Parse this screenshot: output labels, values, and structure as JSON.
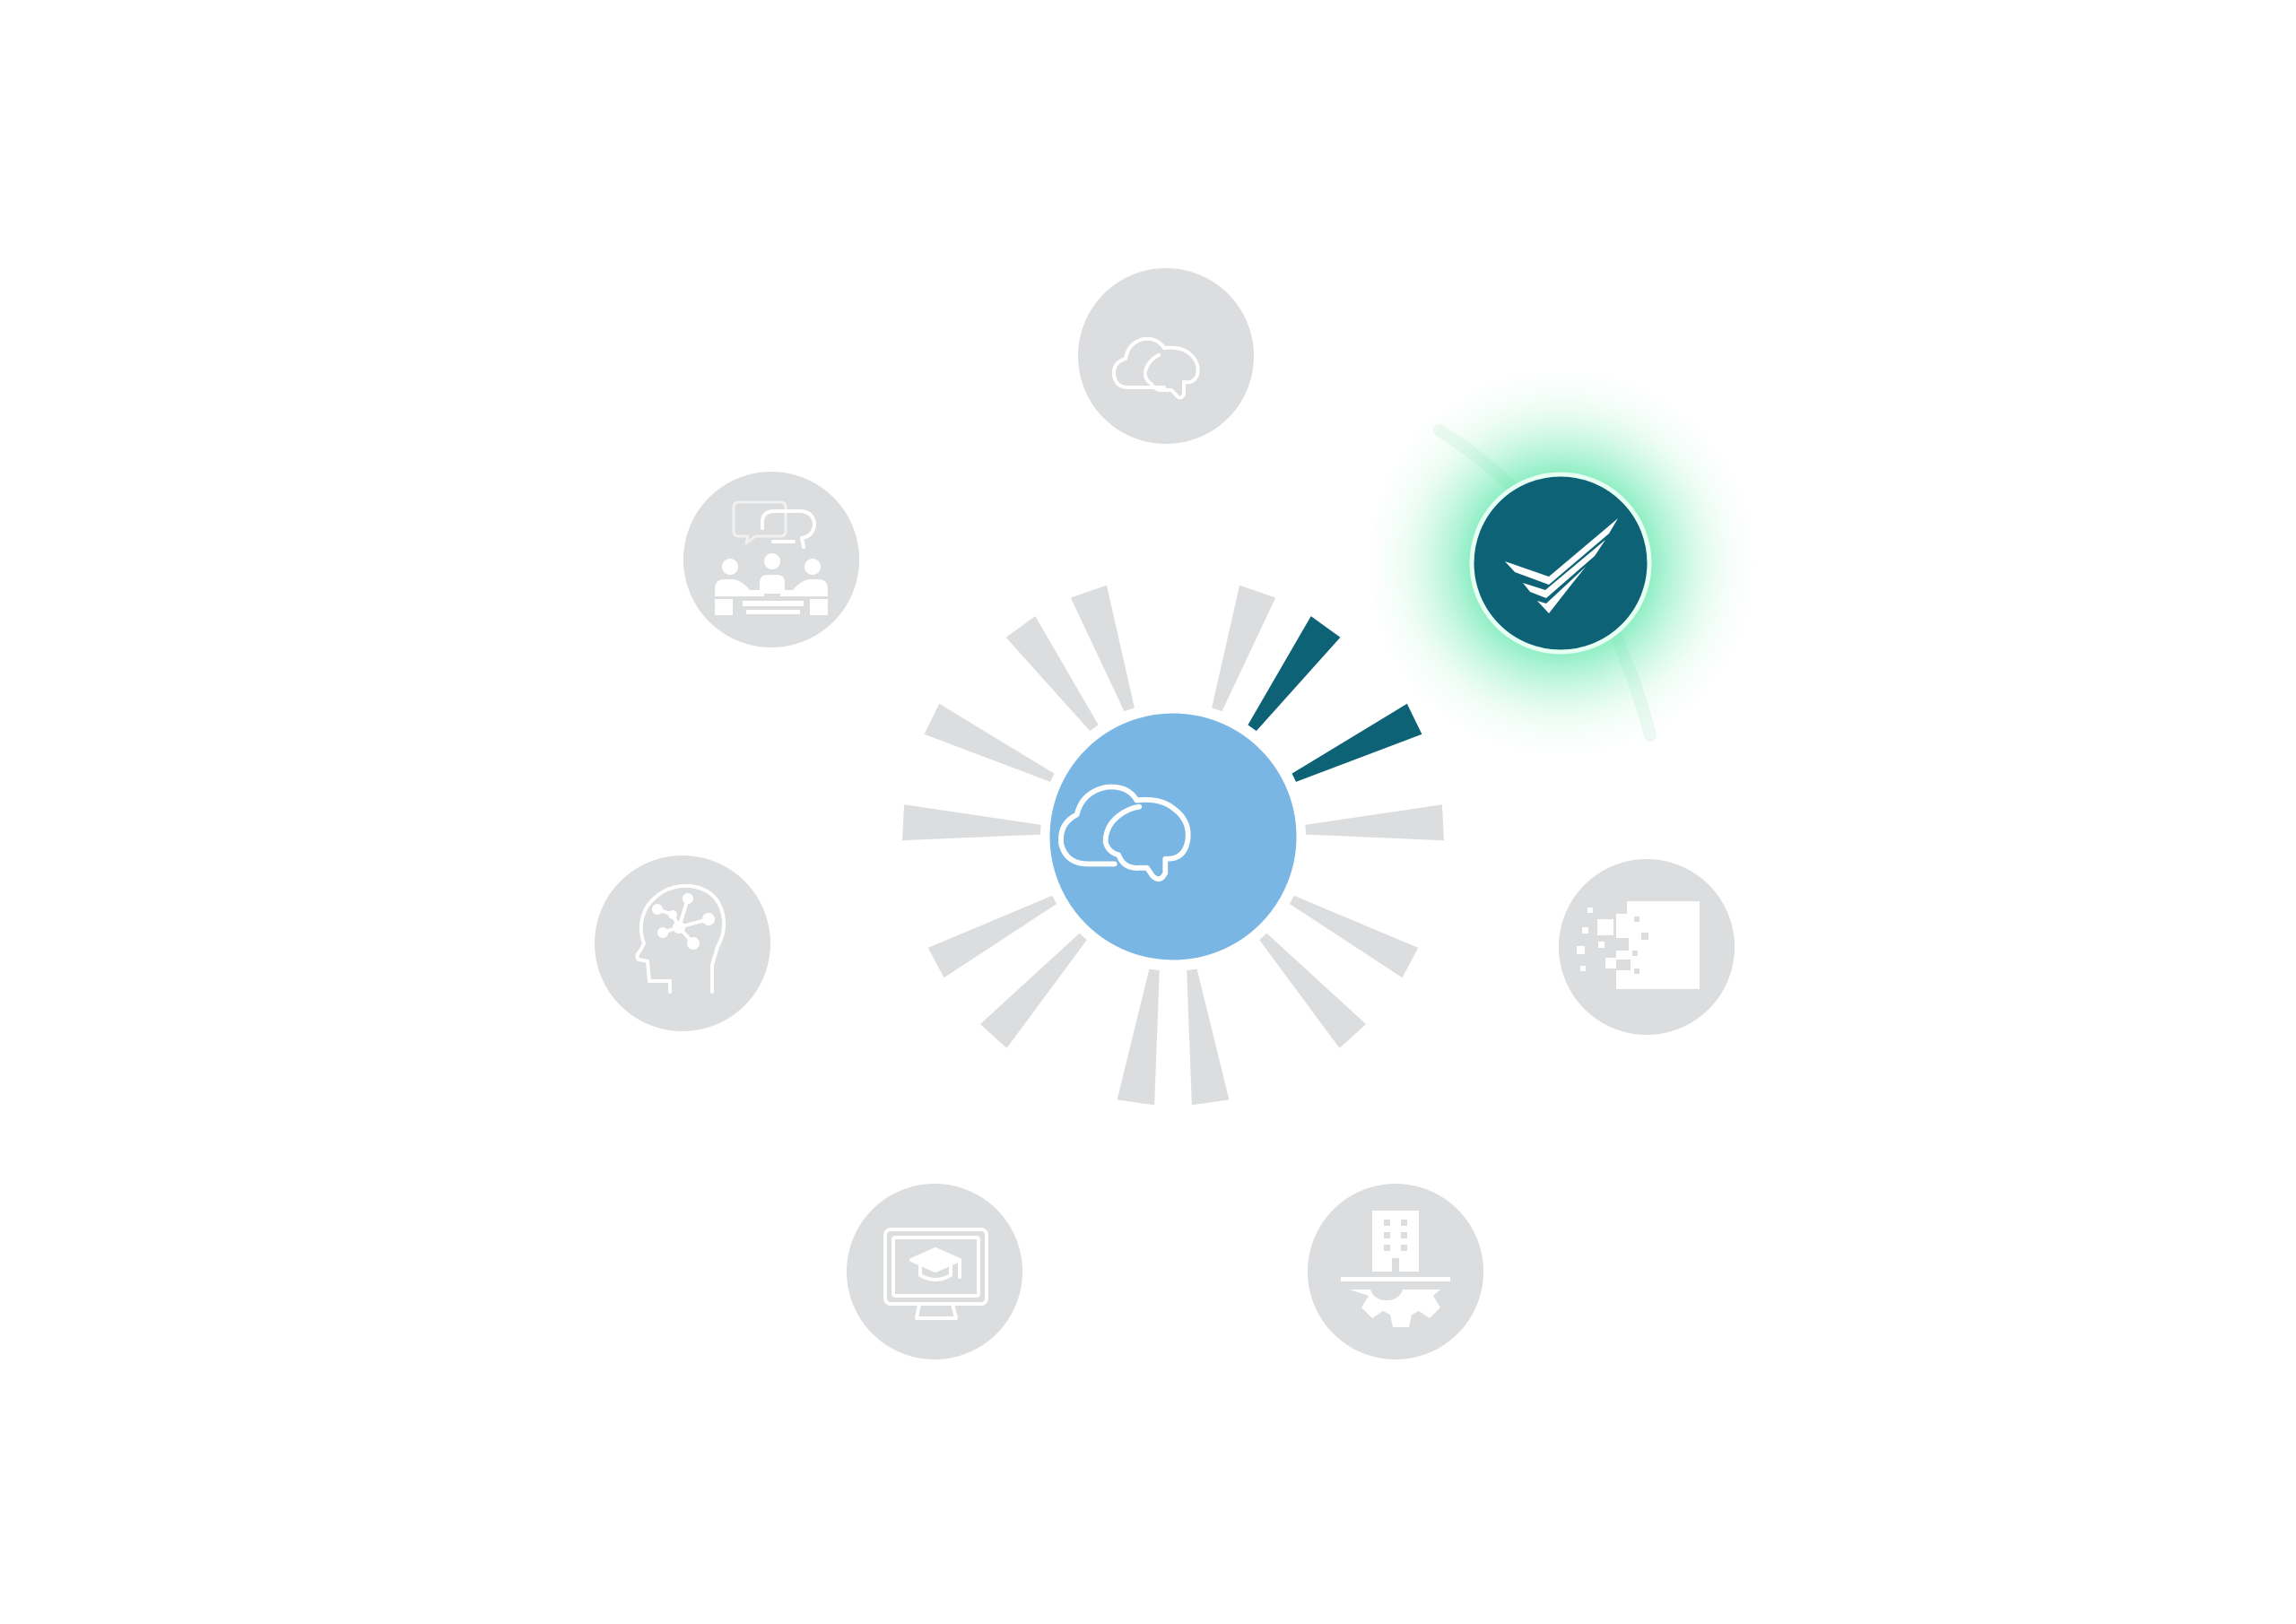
{
  "diagram": {
    "center": {
      "icon": "cloud-brain-icon",
      "fill": "#7ab6e3",
      "stroke": "#ffffff"
    },
    "colors": {
      "inactive_circle": "#dcdddf",
      "icon_stroke": "#ffffff",
      "spoke_inactive": "#dcdddf",
      "spoke_active": "#0d6276",
      "active_node": "#0d6276",
      "active_glow": "#3ee29a",
      "background": "#ffffff"
    },
    "nodes": [
      {
        "id": "cloud-brain",
        "icon": "cloud-brain-icon",
        "active": false
      },
      {
        "id": "verified-checkmark",
        "icon": "checkmark-icon",
        "active": true
      },
      {
        "id": "pixel-data",
        "icon": "pixel-data-icon",
        "active": false
      },
      {
        "id": "building-gear",
        "icon": "building-gear-icon",
        "active": false
      },
      {
        "id": "online-education",
        "icon": "graduation-monitor-icon",
        "active": false
      },
      {
        "id": "head-network",
        "icon": "head-network-icon",
        "active": false
      },
      {
        "id": "group-discussion",
        "icon": "group-chat-icon",
        "active": false
      }
    ]
  }
}
